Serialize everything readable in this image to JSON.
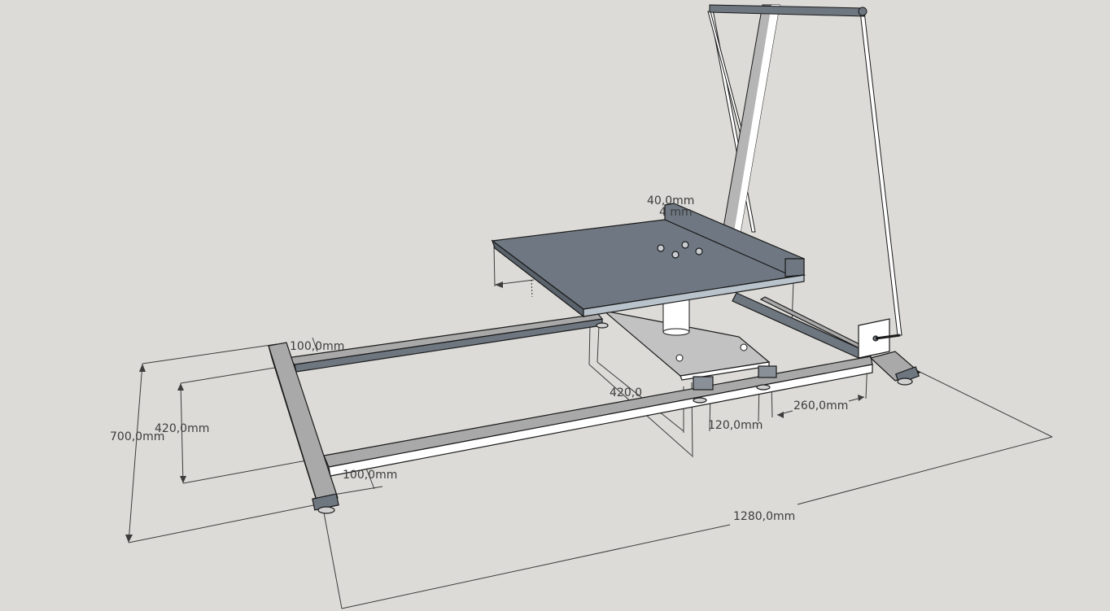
{
  "scene": {
    "background_color": "#dcdbd7",
    "model": "seat-frame-rig",
    "colors": {
      "steel_dark": "#6e7680",
      "steel_light": "#a9a9a9",
      "steel_top": "#b8b8b8",
      "white_face": "#ffffff",
      "plate": "#6f7882",
      "plate_edge": "#b9c3cb",
      "outline": "#1a1a1a",
      "dim_line": "#3c3c3c"
    }
  },
  "dimensions": {
    "d_700": "700,0mm",
    "d_420_left": "420,0mm",
    "d_100_top": "100,0mm",
    "d_100_bottom": "100,0mm",
    "d_420_center": "420,0",
    "d_120": "120,0mm",
    "d_260": "260,0mm",
    "d_1280": "1280,0mm",
    "d_40_a": "40,0mm",
    "d_40_b": "4  mm"
  }
}
